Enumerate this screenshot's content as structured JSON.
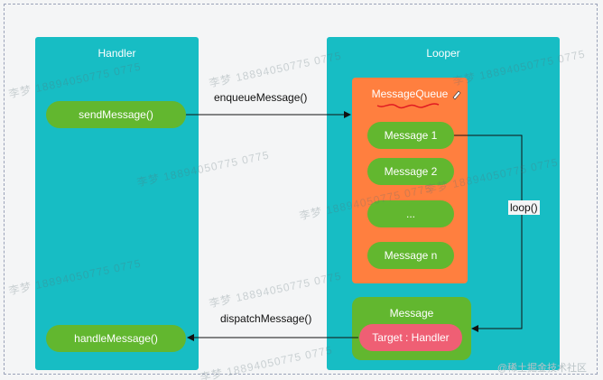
{
  "handler": {
    "title": "Handler",
    "send_label": "sendMessage()",
    "handle_label": "handleMessage()"
  },
  "looper": {
    "title": "Looper",
    "queue": {
      "title": "MessageQueue",
      "items": [
        "Message 1",
        "Message 2",
        "...",
        "Message n"
      ]
    },
    "message_box": {
      "title": "Message",
      "target_label": "Target : Handler"
    }
  },
  "arrows": {
    "enqueue": "enqueueMessage()",
    "dispatch": "dispatchMessage()",
    "loop": "loop()"
  },
  "watermark_text": "李梦  18894050775 0775",
  "corner_mark": "@稀土掘金技术社区",
  "colors": {
    "panel": "#17bdc4",
    "pill": "#62b72f",
    "queue": "#ff7f3f",
    "target": "#ef5f74"
  }
}
